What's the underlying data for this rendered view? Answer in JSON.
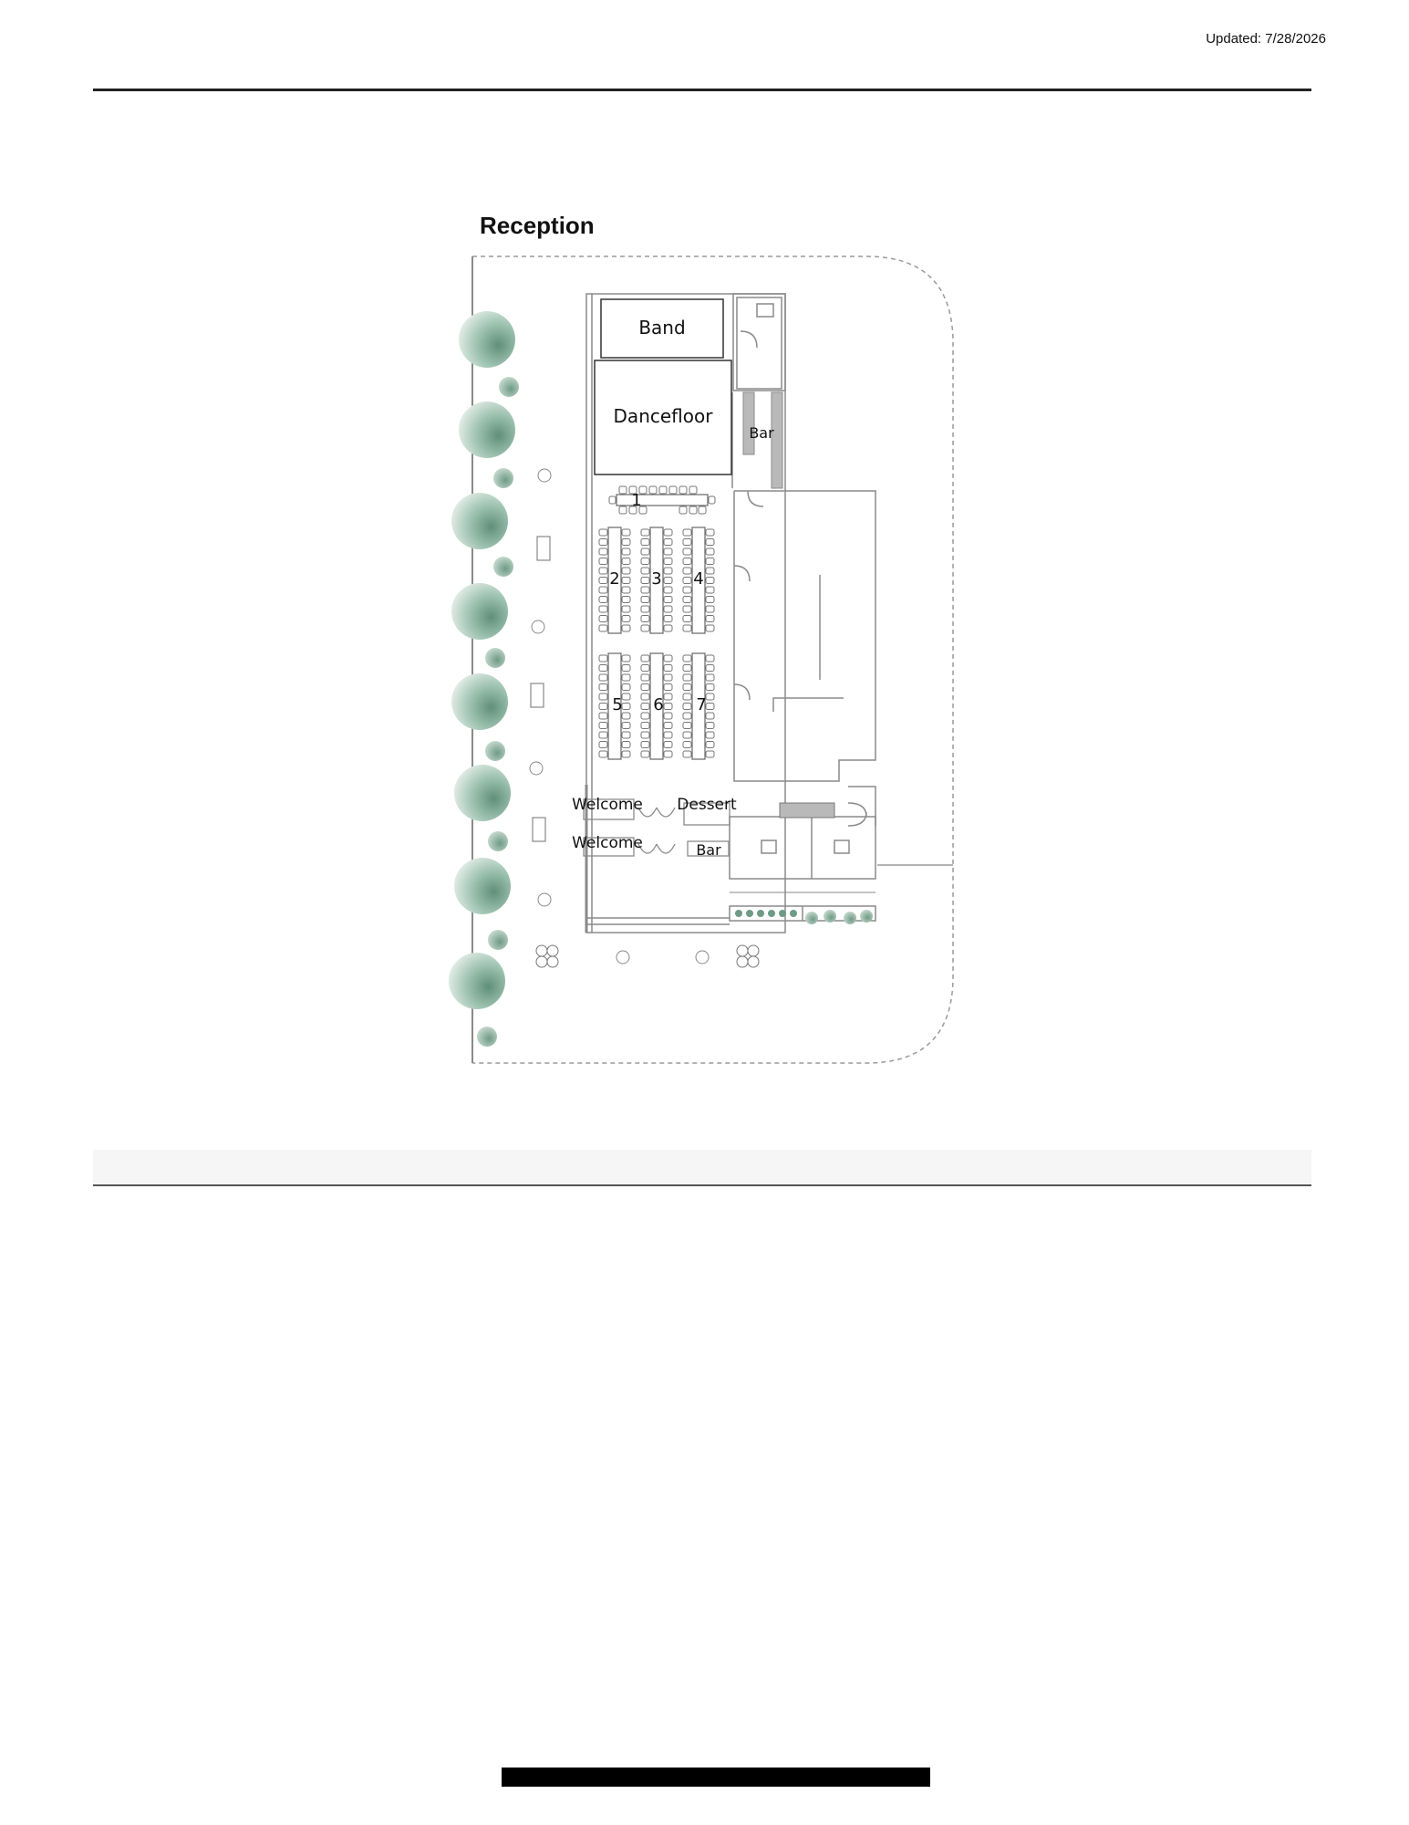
{
  "header": {
    "updated": "Updated: 7/28/2026"
  },
  "plan": {
    "title": "Reception",
    "areas": {
      "band": "Band",
      "dancefloor": "Dancefloor",
      "bar_main": "Bar",
      "welcome_upper": "Welcome",
      "welcome_lower": "Welcome",
      "dessert": "Dessert",
      "bar_lower": "Bar"
    },
    "tables": [
      "1",
      "2",
      "3",
      "4",
      "5",
      "6",
      "7"
    ]
  },
  "colors": {
    "tree": "#8fb8a5",
    "tree_dark": "#5f8f7a",
    "wall": "#8a8a8a",
    "border_dash": "#9a9a9a",
    "bar_fill": "#b9b9b9"
  }
}
